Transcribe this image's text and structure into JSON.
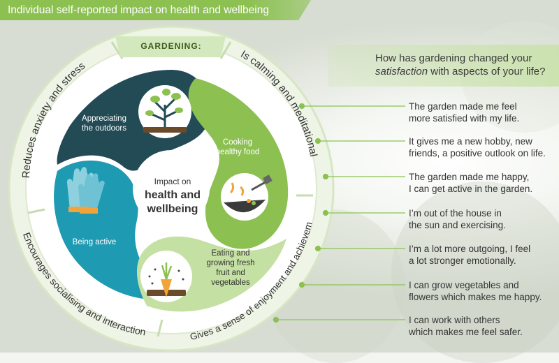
{
  "header": {
    "title": "Individual self-reported impact on health and wellbeing"
  },
  "banner": {
    "label": "GARDENING:"
  },
  "ring_labels": {
    "left_top": "Reduces anxiety and stress",
    "right_top": "Is calming and meditational",
    "left_bottom": "Encourages socialising and interaction",
    "right_bottom": "Gives a sense of enjoyment and achievemet"
  },
  "center": {
    "small": "Impact on",
    "big1": "health and",
    "big2": "wellbeing"
  },
  "segments": {
    "outdoors": "Appreciating the outdoors",
    "cooking": "Cooking healthy food",
    "active": "Being active",
    "eating": "Eating and growing fresh fruit and vegetables"
  },
  "question": {
    "line1": "How has gardening changed your",
    "em": "satisfaction",
    "line2_rest": " with aspects of your life?"
  },
  "answers": [
    {
      "l1": "The garden made me feel",
      "l2": "more satisfied with my life."
    },
    {
      "l1": "It gives me a new hobby, new",
      "l2": "friends, a positive outlook on life."
    },
    {
      "l1": "The garden made me happy,",
      "l2": "I can get active in the garden."
    },
    {
      "l1": "I’m out of the house in",
      "l2": "the sun and exercising."
    },
    {
      "l1": "I’m a lot more outgoing, I feel",
      "l2": "a lot stronger emotionally."
    },
    {
      "l1": "I can grow vegetables and",
      "l2": "flowers which makes me happy."
    },
    {
      "l1": "I can work with others",
      "l2": "which makes me feel safer."
    }
  ],
  "colors": {
    "dark_teal": "#234b56",
    "teal": "#1e9ab3",
    "lime": "#8cc152",
    "pale_green": "#b4d78a",
    "ring": "#eaf1e1"
  },
  "icons": [
    "plant-icon",
    "gloves-icon",
    "wok-icon",
    "carrot-icon"
  ]
}
